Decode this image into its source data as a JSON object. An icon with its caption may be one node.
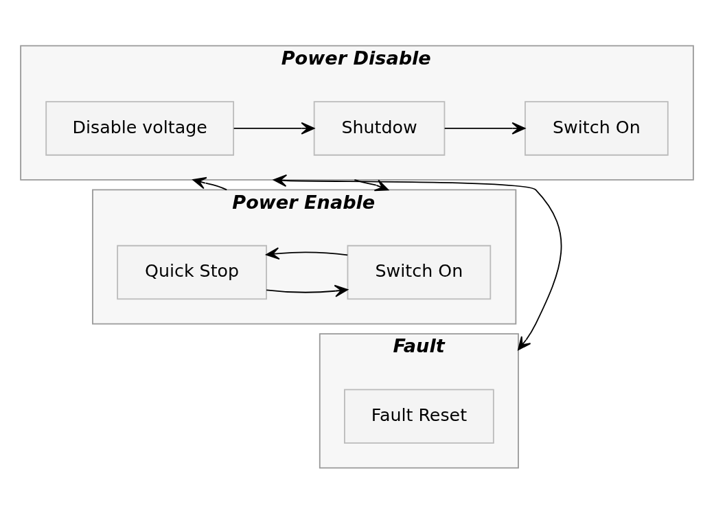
{
  "diagram": {
    "nodes": [
      {
        "text": [
          "Power Disable"
        ]
      },
      {
        "text": [
          "Disable voltage"
        ],
        "in": 0
      },
      {
        "text": [
          "Shutdow"
        ],
        "in": 0
      },
      {
        "text": [
          "Switch On"
        ],
        "in": 0
      },
      {
        "text": [
          "Power Enable"
        ]
      },
      {
        "text": [
          "Switch On"
        ],
        "in": 4
      },
      {
        "text": [
          "Quick Stop"
        ],
        "in": 4
      },
      {
        "text": [
          "Fault"
        ]
      },
      {
        "text": [
          "Fault Reset"
        ],
        "in": 7
      }
    ],
    "edges": [
      {
        "from": 1,
        "to": 2,
        "arrow": "to"
      },
      {
        "from": 2,
        "to": 3,
        "arrow": "to"
      },
      {
        "from": 0,
        "to": 4,
        "arrow": "to"
      },
      {
        "from": 4,
        "to": 0,
        "arrow": "to"
      },
      {
        "from": 6,
        "to": 5,
        "arrow": "to"
      },
      {
        "from": 5,
        "to": 6,
        "arrow": "to"
      },
      {
        "from": 7,
        "to": 0,
        "arrow": "both"
      }
    ]
  }
}
